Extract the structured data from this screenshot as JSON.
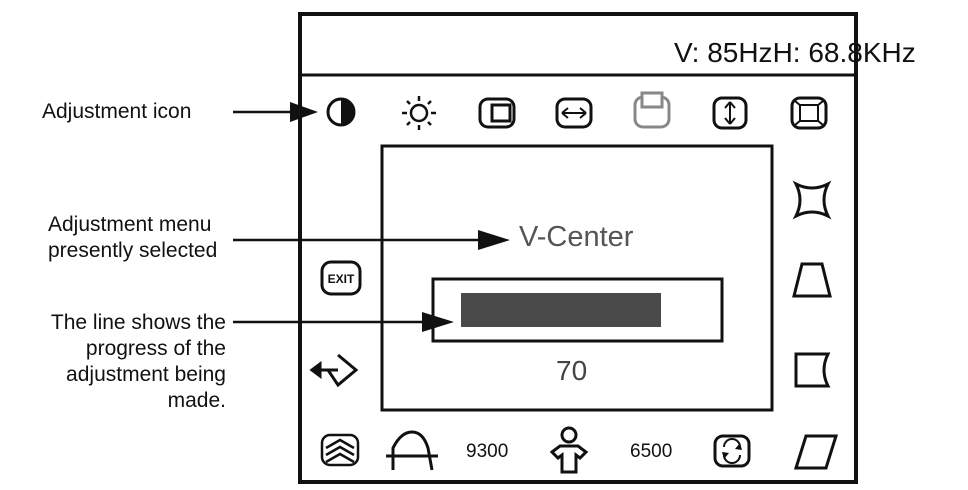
{
  "header": {
    "v_freq": "V: 85Hz",
    "h_freq": "H: 68.8KHz"
  },
  "callouts": {
    "adjustment_icon": "Adjustment icon",
    "menu_selected": [
      "Adjustment menu",
      "presently selected"
    ],
    "progress_line": [
      "The line shows the",
      "progress of the",
      "adjustment being",
      "made."
    ]
  },
  "menu": {
    "title": "V-Center",
    "value": "70",
    "level": 70
  },
  "icons": {
    "top": [
      "contrast-icon",
      "brightness-icon",
      "h-position-icon",
      "h-size-icon",
      "v-position-icon",
      "v-size-icon",
      "zoom-icon"
    ],
    "left": [
      "exit-icon",
      "input-select-icon"
    ],
    "right": [
      "pincushion-icon",
      "trapezoid-icon",
      "pin-balance-icon",
      "parallelogram-icon"
    ],
    "bottom": [
      "moire-icon",
      "color-adjust-icon",
      "color-temp-9300-icon",
      "color-temp-6500-icon",
      "rotation-icon"
    ]
  },
  "exit_label": "EXIT",
  "color_temps": {
    "t9300": "9300",
    "t6500": "6500"
  },
  "colors": {
    "bar_fill": "#4a4a4a",
    "frame": "#111111"
  }
}
